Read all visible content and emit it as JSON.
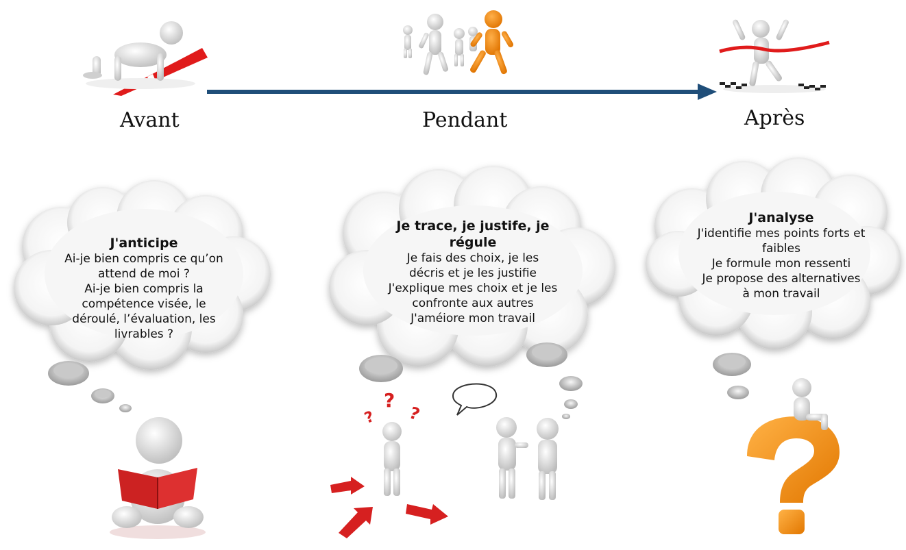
{
  "timeline": {
    "stages": [
      "Avant",
      "Pendant",
      "Après"
    ],
    "arrow_color": "#1f4e79"
  },
  "clouds": [
    {
      "title": "J'anticipe",
      "lines": [
        "Ai-je bien compris ce qu’on",
        "attend de moi ?",
        "Ai-je bien compris la",
        "compétence visée, le",
        "déroulé, l’évaluation, les",
        "livrables ?"
      ]
    },
    {
      "title": "Je trace, je justife, je régule",
      "title_lines": [
        "Je trace, je justife, je",
        "régule"
      ],
      "lines": [
        "Je fais des choix, je les",
        "décris et je les justifie",
        "J'explique mes choix et je les",
        "confronte aux autres",
        "J'améiore mon travail"
      ]
    },
    {
      "title": "J'analyse",
      "lines": [
        "J'identifie mes points forts et",
        "faibles",
        "Je formule mon ressenti",
        "Je propose des alternatives",
        "à mon travail"
      ]
    }
  ],
  "colors": {
    "figure": "#e9e9e9",
    "orange": "#f08a10",
    "red": "#d62020",
    "book": "#cc2222"
  }
}
